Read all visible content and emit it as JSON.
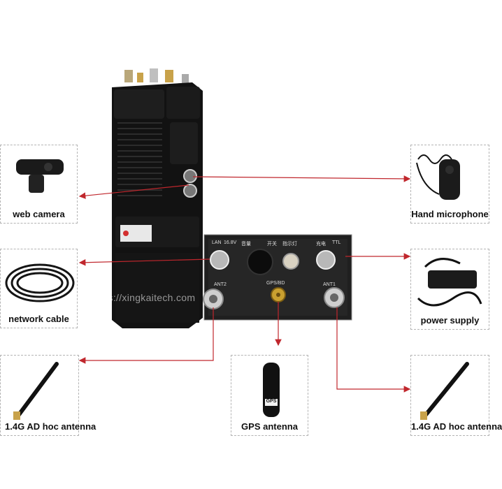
{
  "watermark": "https://xingkaitech.com",
  "accessories": {
    "web_camera": "web camera",
    "network_cable": "network cable",
    "antenna_left": "1.4G AD hoc antenna",
    "gps_antenna": "GPS antenna",
    "antenna_right": "1.4G AD hoc antenna",
    "power_supply": "power supply",
    "hand_microphone": "Hand microphone"
  },
  "panel": {
    "lan": "LAN",
    "dc": "16.8V",
    "ant2": "ANT2",
    "gps_bd": "GPS/BD",
    "ant1": "ANT1",
    "ttl": "TTL",
    "volume_cn": "音量",
    "switch_cn": "开关",
    "indicator_cn": "指示灯",
    "charge_cn": "充电"
  },
  "gps_sticker": "GPS",
  "colors": {
    "connector_line": "#c0272d",
    "device_body": "#121212"
  }
}
